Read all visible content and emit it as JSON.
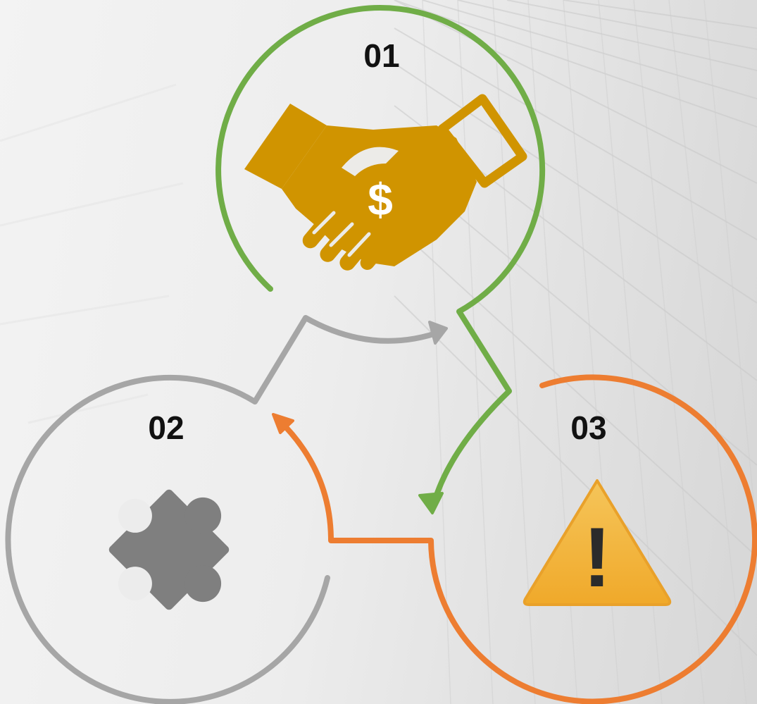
{
  "steps": [
    {
      "number": "01",
      "icon": "handshake-dollar-icon",
      "color": "#70ad47"
    },
    {
      "number": "02",
      "icon": "puzzle-piece-icon",
      "color": "#a6a6a6"
    },
    {
      "number": "03",
      "icon": "warning-icon",
      "color": "#ed7d31"
    }
  ],
  "icons": {
    "handshake_symbol": "$",
    "warning_symbol": "!"
  },
  "colors": {
    "green": "#70ad47",
    "gray": "#a6a6a6",
    "orange": "#ed7d31",
    "gold": "#d09400",
    "puzzle": "#7f7f7f",
    "warning_fill": "#f2b33d"
  }
}
